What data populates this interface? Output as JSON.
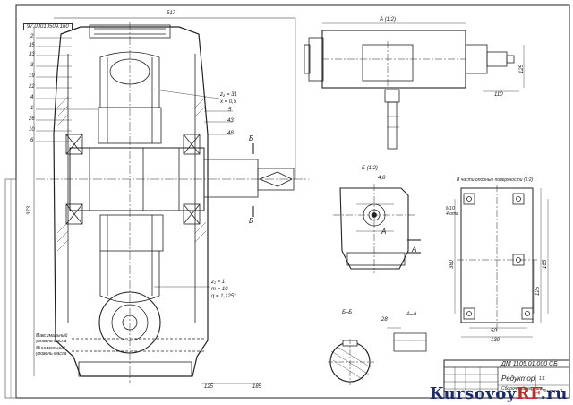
{
  "document": {
    "code_rotated": "97.00010509.160",
    "designation": "ДМ 1105.01.000 СБ",
    "title": "Редуктор",
    "subtitle": "Сборочный чертеж",
    "scale": "1:1",
    "sheet": "Листов 1"
  },
  "views": {
    "top": "А (1:2)",
    "section_bb": "Б (1:2)",
    "section_b": "Б–Б",
    "section_a": "А–А",
    "mounting_note": "В части опорные поверхности (1:2)"
  },
  "gear_params": {
    "upper": [
      "z₂ = 31",
      "x = 0,5"
    ],
    "lower": [
      "z₁ = 1",
      "m = 10",
      "q = 1,125°"
    ]
  },
  "oil_notes": [
    "Максимальный уровень масла",
    "Минимальный уровень масла"
  ],
  "part_labels": [
    "2",
    "35",
    "33",
    "3",
    "19",
    "22",
    "4",
    "1",
    "26",
    "10",
    "6",
    "5",
    "43",
    "48"
  ],
  "section_marks": [
    "Б",
    "Б",
    "А",
    "А"
  ],
  "dimensions": {
    "top_width": "517",
    "height_left": "373",
    "bottom_a": "125",
    "bottom_b": "185",
    "top_right": "125",
    "top_right_b": "110",
    "right_w1": "50",
    "right_w2": "130",
    "right_h1": "125",
    "right_h2": "165",
    "right_h3": "360",
    "key_w": "4,8",
    "shaft_h": "28",
    "hole_note": "М10\n4 отв"
  },
  "watermark": {
    "main": "Kursovoy",
    "accent": "RF",
    "suffix": ".ru"
  }
}
